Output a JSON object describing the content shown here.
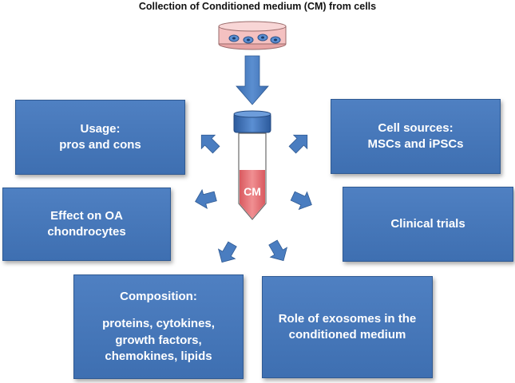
{
  "title": "Collection of Conditioned medium (CM) from cells",
  "tube_label": "CM",
  "boxes": {
    "usage": {
      "line1": "Usage:",
      "line2": "pros and cons"
    },
    "cell_sources": {
      "line1": "Cell sources:",
      "line2": "MSCs and iPSCs"
    },
    "effect_oa": {
      "line1": "Effect on OA",
      "line2": "chondrocytes"
    },
    "clinical_trials": {
      "line1": "Clinical trials"
    },
    "composition": {
      "heading": "Composition:",
      "line1": "proteins, cytokines,",
      "line2": "growth factors,",
      "line3": "chemokines, lipids"
    },
    "exosomes": {
      "line1": "Role of exosomes in the",
      "line2": "conditioned medium"
    }
  },
  "colors": {
    "box_fill": "#4472c4",
    "arrow": "#4a7dc0",
    "tube_cap": "#3d6fb6",
    "tube_liquid": "#e8757a",
    "dish_medium": "#f4c1c1"
  }
}
